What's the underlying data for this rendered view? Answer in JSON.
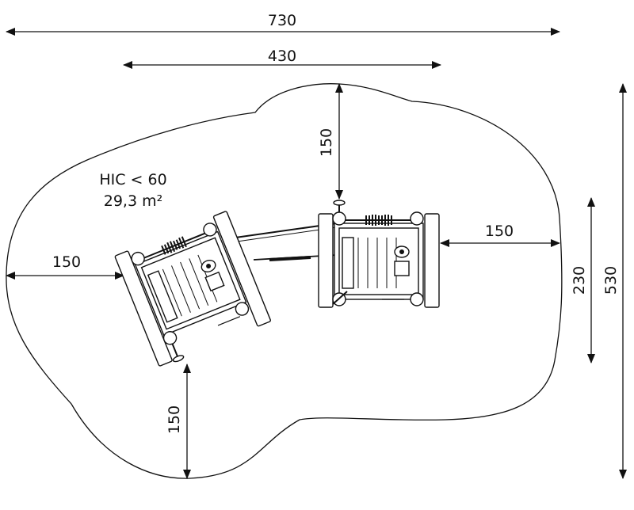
{
  "dimensions": {
    "overall_width": "730",
    "inner_width": "430",
    "top_clearance": "150",
    "left_clearance": "150",
    "right_clearance": "150",
    "bottom_clearance": "150",
    "equipment_depth": "230",
    "overall_depth": "530"
  },
  "info": {
    "hic": "HIC < 60",
    "area": "29,3 m²"
  }
}
